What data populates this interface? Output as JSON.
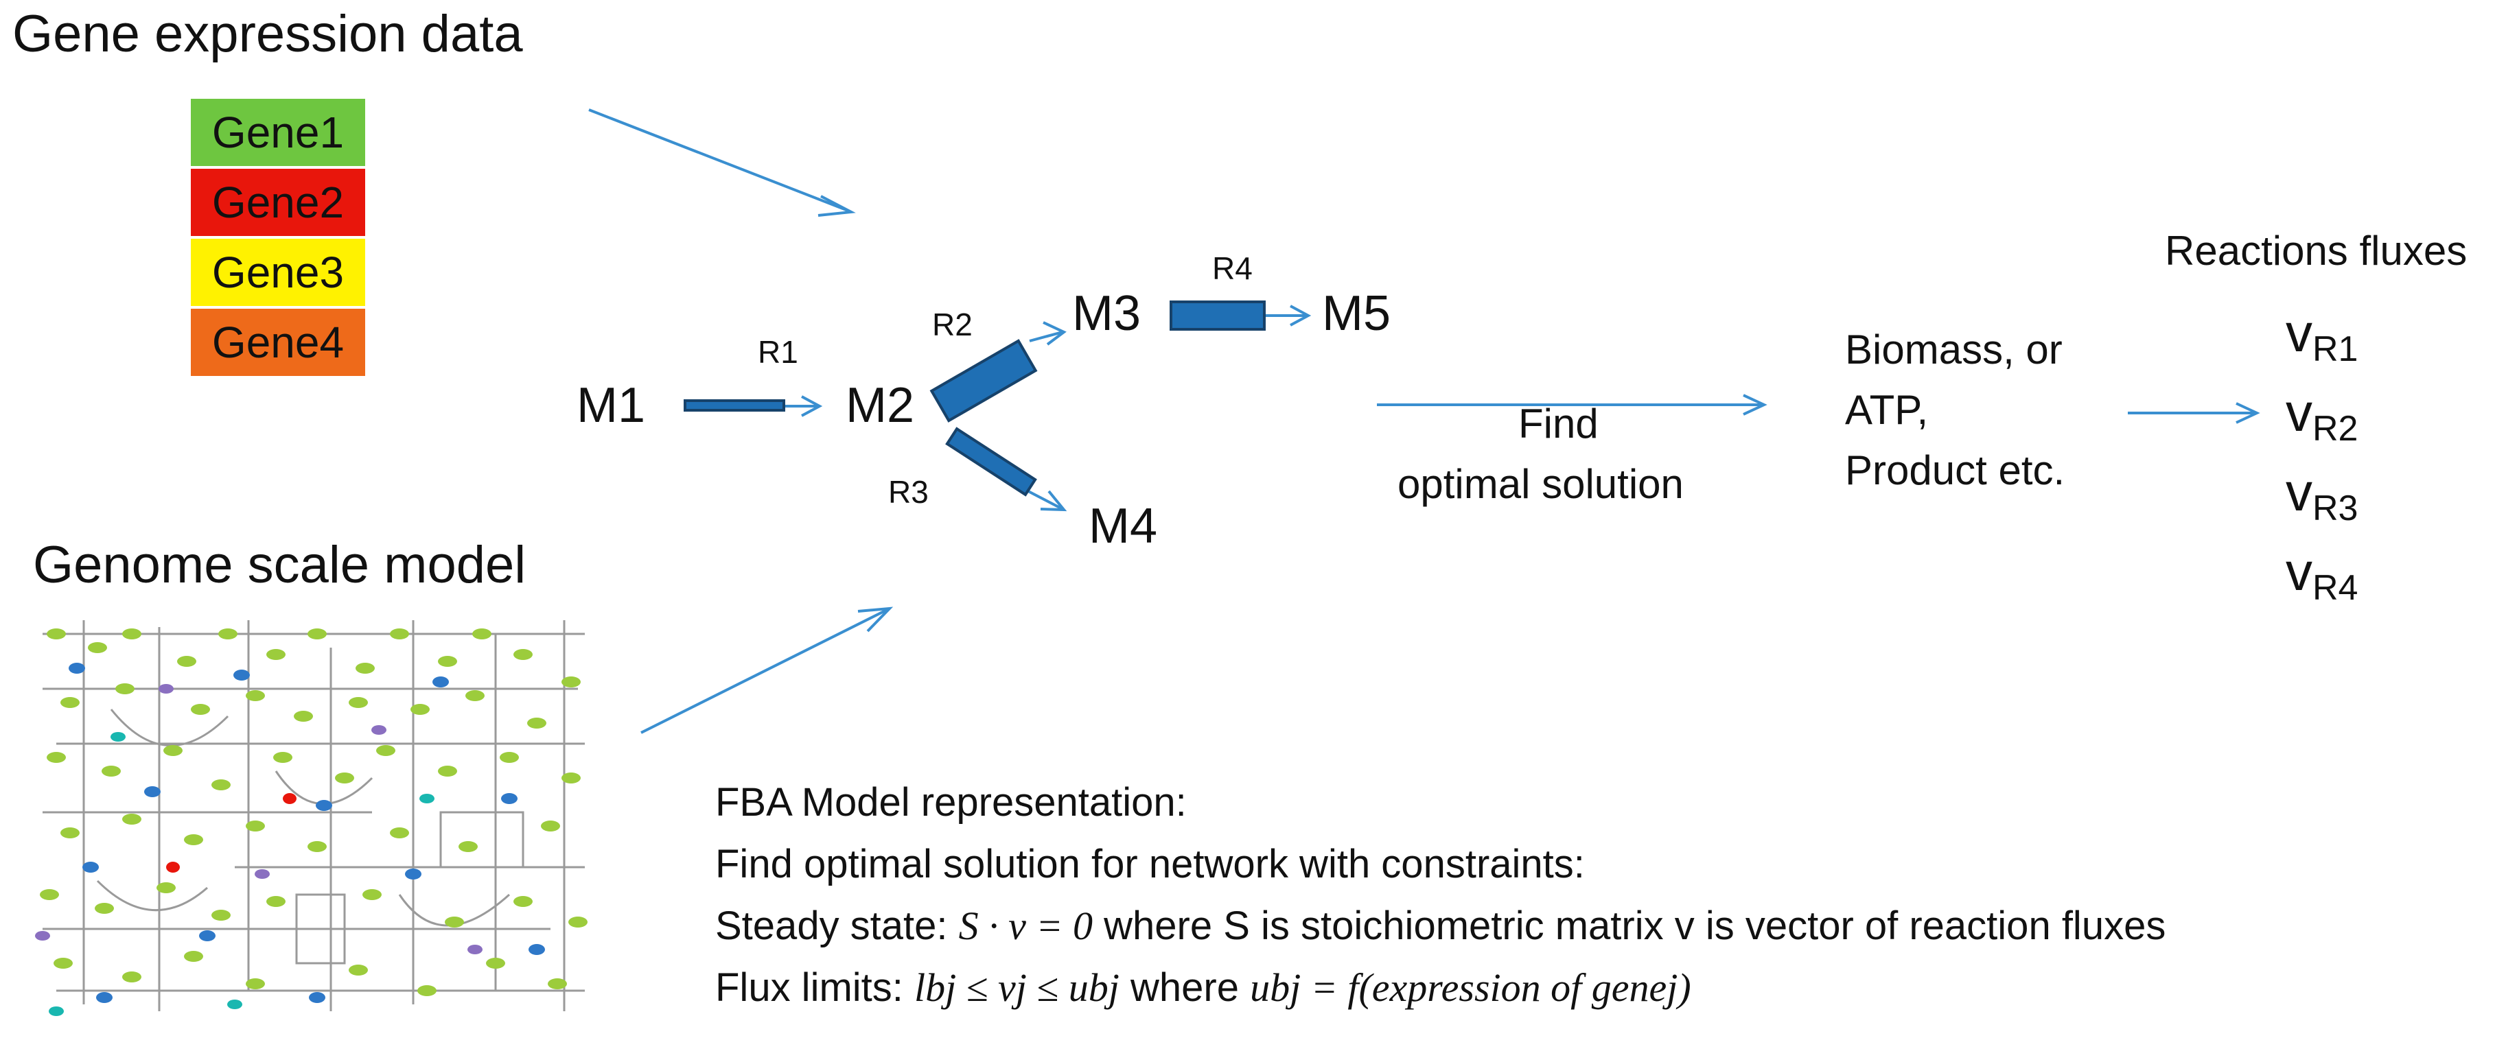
{
  "titles": {
    "gene_expression": "Gene expression data",
    "genome_model": "Genome scale model"
  },
  "genes": [
    {
      "label": "Gene1",
      "color": "#6ec640"
    },
    {
      "label": "Gene2",
      "color": "#e8160c"
    },
    {
      "label": "Gene3",
      "color": "#fff200"
    },
    {
      "label": "Gene4",
      "color": "#ee6a1a"
    }
  ],
  "network": {
    "metabolites": [
      "M1",
      "M2",
      "M3",
      "M4",
      "M5"
    ],
    "reactions": [
      "R1",
      "R2",
      "R3",
      "R4"
    ],
    "reaction_color": "#1f6fb4"
  },
  "find_label": [
    "Find",
    "optimal solution"
  ],
  "objective": [
    "Biomass, or",
    "ATP,",
    "Product etc."
  ],
  "flux_panel": {
    "title": "Reactions fluxes",
    "symbol": "v",
    "items": [
      "R1",
      "R2",
      "R3",
      "R4"
    ]
  },
  "fba": {
    "line1": "FBA Model representation:",
    "line2": "Find optimal solution for network with constraints:",
    "steady_prefix": "Steady state: ",
    "steady_math": "S · v = 0",
    "steady_suffix": " where S is stoichiometric matrix v is vector of reaction fluxes",
    "flux_prefix": "Flux limits: ",
    "flux_math": "lbj ≤ vj ≤ ubj",
    "flux_mid": " where ",
    "flux_math2": "ubj = f(expression of genej)"
  },
  "colors": {
    "arrow": "#3a8fd0",
    "accent": "#1f6fb4"
  }
}
